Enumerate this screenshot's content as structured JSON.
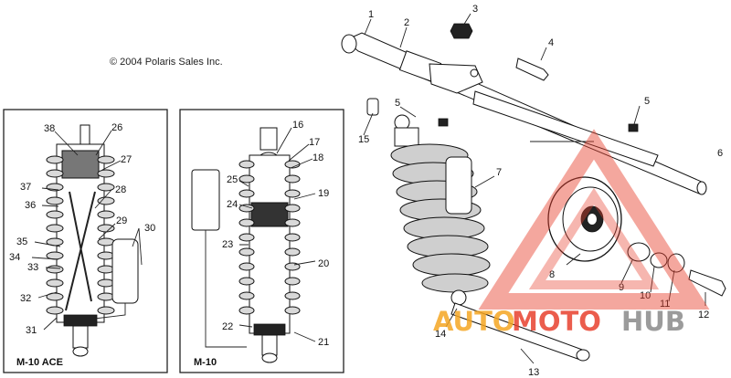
{
  "copyright": "© 2004 Polaris Sales Inc.",
  "boxes": {
    "ace": {
      "title": "M-10 ACE"
    },
    "m10": {
      "title": "M-10"
    }
  },
  "callouts": {
    "c1": "1",
    "c2": "2",
    "c3": "3",
    "c4": "4",
    "c5a": "5",
    "c5b": "5",
    "c6": "6",
    "c7": "7",
    "c8": "8",
    "c9": "9",
    "c10": "10",
    "c11": "11",
    "c12": "12",
    "c13": "13",
    "c14": "14",
    "c15": "15",
    "c16": "16",
    "c17": "17",
    "c18": "18",
    "c19": "19",
    "c20": "20",
    "c21": "21",
    "c22": "22",
    "c23": "23",
    "c24": "24",
    "c25": "25",
    "c26": "26",
    "c27": "27",
    "c28": "28",
    "c29": "29",
    "c30": "30",
    "c31": "31",
    "c32": "32",
    "c33": "33",
    "c34": "34",
    "c35": "35",
    "c36": "36",
    "c37": "37",
    "c38": "38"
  },
  "watermark": {
    "part1": "AUTO",
    "part2": "MOTO",
    "part3": "HUB",
    "colors": {
      "red": "#e8412f",
      "orange": "#f5a623",
      "gray": "#8a8a8a"
    }
  }
}
